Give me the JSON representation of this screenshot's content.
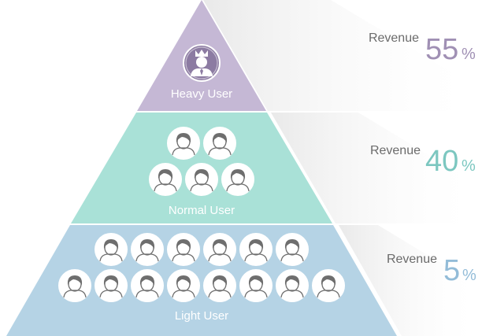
{
  "colors": {
    "heavy": "#c5b8d5",
    "normal": "#a9e1d7",
    "light": "#b5d3e5",
    "heavy_accent": "#a090b4",
    "normal_accent": "#7cc7c0",
    "light_accent": "#93bcd8",
    "avatar_face": "#ffffff",
    "avatar_line": "#6e6e6e"
  },
  "tiers": [
    {
      "id": "heavy",
      "label": "Heavy User",
      "revenue_word": "Revenue",
      "revenue_value": "55",
      "revenue_unit": "%",
      "avatar_icon": "crowned-user-icon",
      "avatar_rows": [
        1
      ]
    },
    {
      "id": "normal",
      "label": "Normal User",
      "revenue_word": "Revenue",
      "revenue_value": "40",
      "revenue_unit": "%",
      "avatar_icon": "user-icon",
      "avatar_rows": [
        2,
        3
      ]
    },
    {
      "id": "light",
      "label": "Light User",
      "revenue_word": "Revenue",
      "revenue_value": "5",
      "revenue_unit": "%",
      "avatar_icon": "user-icon",
      "avatar_rows": [
        6,
        8
      ]
    }
  ]
}
